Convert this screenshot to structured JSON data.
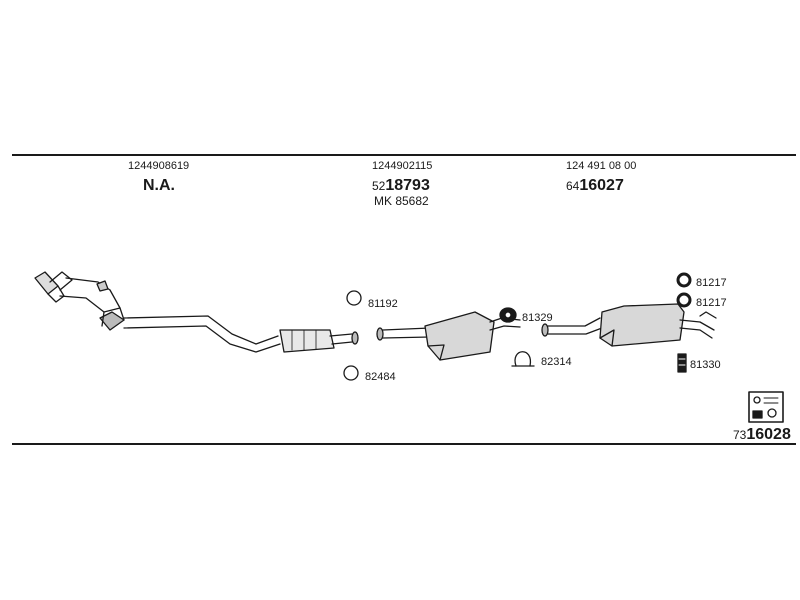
{
  "columns": [
    {
      "part_no": "1244908619",
      "label": "N.A."
    },
    {
      "part_no": "1244902115",
      "code_prefix": "52",
      "code_main": "18793",
      "mk": "MK  85682"
    },
    {
      "part_no": "124 491 08 00",
      "code_prefix": "64",
      "code_main": "16027"
    }
  ],
  "parts": {
    "p81192": "81192",
    "p82484": "82484",
    "p81329": "81329",
    "p82314": "82314",
    "p81217a": "81217",
    "p81217b": "81217",
    "p81330": "81330"
  },
  "footer": {
    "prefix": "73",
    "main": "16028"
  }
}
